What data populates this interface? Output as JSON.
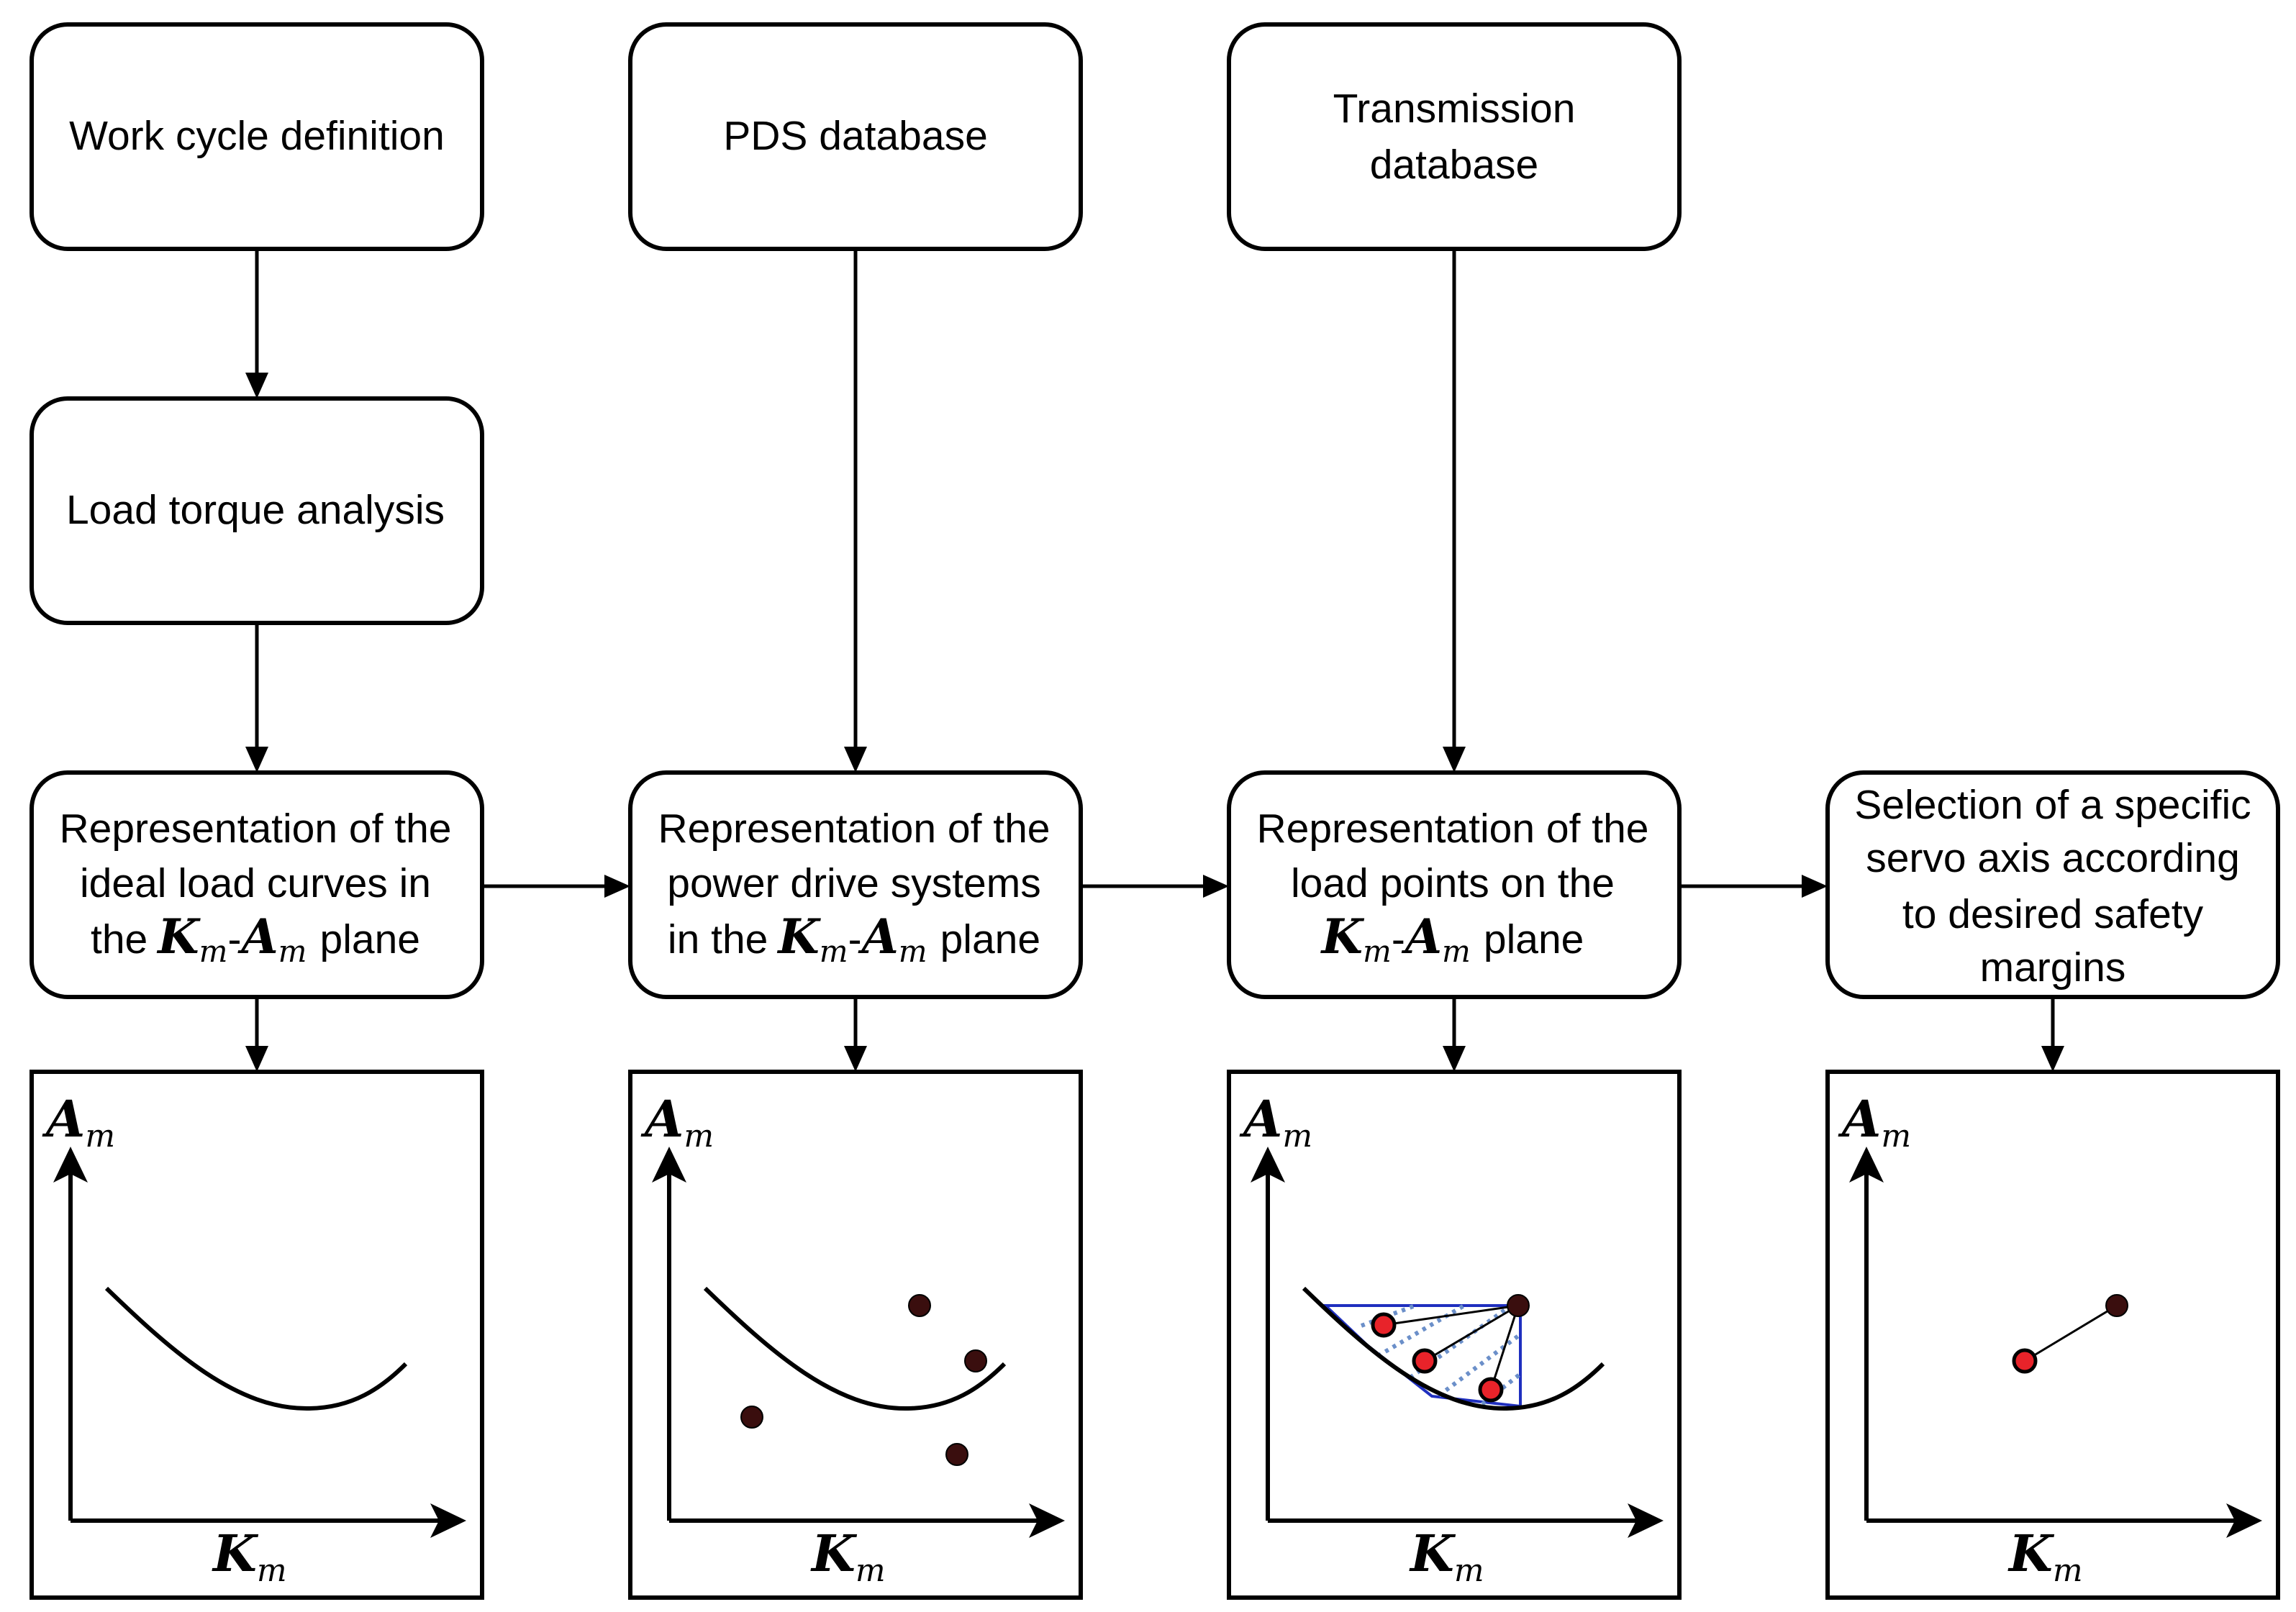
{
  "boxes": {
    "work_cycle": [
      "Work cycle definition"
    ],
    "pds_db": [
      "PDS database"
    ],
    "trans_db": [
      "Transmission",
      "database"
    ],
    "load_torque": [
      "Load torque analysis"
    ],
    "rep_load": {
      "line1": "Representation of the",
      "line2": "ideal load curves in",
      "pre": "the",
      "post": "plane"
    },
    "rep_pds": {
      "line1": "Representation of the",
      "line2": "power drive systems",
      "pre": "in the",
      "post": "plane"
    },
    "rep_points": {
      "line1": "Representation of the",
      "line2": "load points on the",
      "pre": "",
      "post": "plane"
    },
    "selection": [
      "Selection of a specific",
      "servo axis according",
      "to desired safety",
      "margins"
    ]
  },
  "math": {
    "K": "K",
    "A": "A",
    "sub": "m",
    "dash": "-"
  },
  "plots": {
    "y_axis_label": "A",
    "x_axis_label": "K",
    "sub": "m"
  },
  "colors": {
    "stroke": "#000000",
    "point_dark": "#3a0e0e",
    "point_red": "#e8232a",
    "hull_blue": "#1f2fbf",
    "hatch_blue": "#6b8fc9"
  }
}
